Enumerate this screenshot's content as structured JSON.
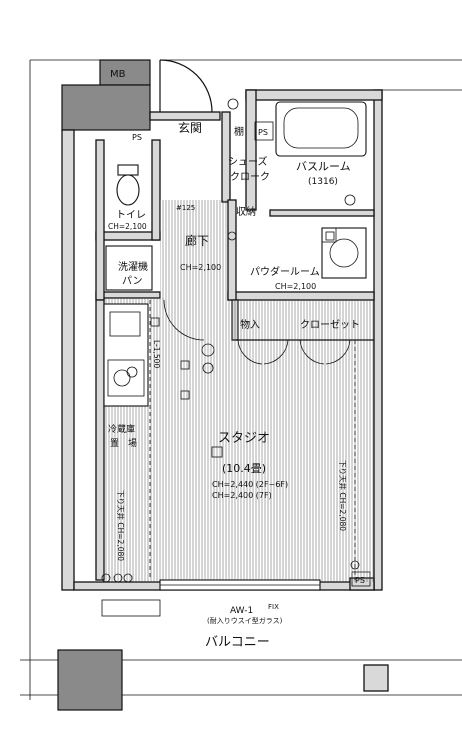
{
  "labels": {
    "mb": "MB",
    "ps_top": "PS",
    "ps_right_top": "PS",
    "ps_bottom": "PS",
    "genkan": "玄関",
    "tana": "棚",
    "shoes_1": "シューズ",
    "shoes_2": "クローク",
    "bathroom": "バスルーム",
    "bath_size": "(1316)",
    "toilet": "トイレ",
    "toilet_ch": "CH=2,100",
    "shuno": "収納",
    "roka": "廊下",
    "wash_1": "洗濯機",
    "wash_2": "パン",
    "roka_ch": "CH=2,100",
    "powder": "パウダールーム",
    "powder_ch": "CH=2,100",
    "monoire": "物入",
    "closet": "クローゼット",
    "studio": "スタジオ",
    "studio_size": "(10.4畳)",
    "studio_ch1": "CH=2,440 (2F~6F)",
    "studio_ch2": "CH=2,400 (7F)",
    "left_ceiling": "下り天井 CH=2,080",
    "right_ceiling": "下り天井 CH=2,080",
    "reizo_1": "冷蔵庫",
    "reizo_2": "置　場",
    "l_dim": "L-1,500",
    "aw": "AW-1",
    "fix": "FIX",
    "glass": "(耐入りウスイ型ガラス)",
    "balcony": "バルコニー",
    "num_125": "#125"
  }
}
